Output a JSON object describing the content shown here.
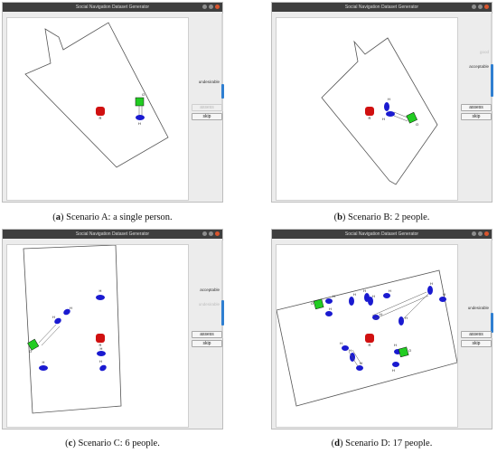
{
  "window_title": "Social Navigation Dataset Generator",
  "buttons": {
    "assess": "assess",
    "skip": "skip"
  },
  "glyphs": {
    "human": "H",
    "robot": "R",
    "object": "O"
  },
  "accent_color": "#2f7fd1",
  "robot_color": "#d01010",
  "human_color": "#1a1ad0",
  "object_color": "#22cc22",
  "panels": [
    {
      "id": "a",
      "labels": {
        "upper": "",
        "lower": "undesirable",
        "upper_dim": false,
        "lower_dim": false
      },
      "assess_enabled": false,
      "slider_level": 0.12,
      "caption_letter": "a",
      "caption_text": "Scenario A: a single person."
    },
    {
      "id": "b",
      "labels": {
        "upper": "good",
        "lower": "acceptable",
        "upper_dim": true,
        "lower_dim": false
      },
      "assess_enabled": true,
      "slider_level": 0.65,
      "caption_letter": "b",
      "caption_text": "Scenario B: 2 people."
    },
    {
      "id": "c",
      "labels": {
        "upper": "acceptable",
        "lower": "undesirable",
        "upper_dim": false,
        "lower_dim": true
      },
      "assess_enabled": true,
      "slider_level": 0.25,
      "caption_letter": "c",
      "caption_text": "Scenario C: 6 people."
    },
    {
      "id": "d",
      "labels": {
        "upper": "",
        "lower": "undesirable",
        "upper_dim": false,
        "lower_dim": false
      },
      "assess_enabled": true,
      "slider_level": 0.15,
      "caption_letter": "d",
      "caption_text": "Scenario D: 17 people."
    }
  ]
}
